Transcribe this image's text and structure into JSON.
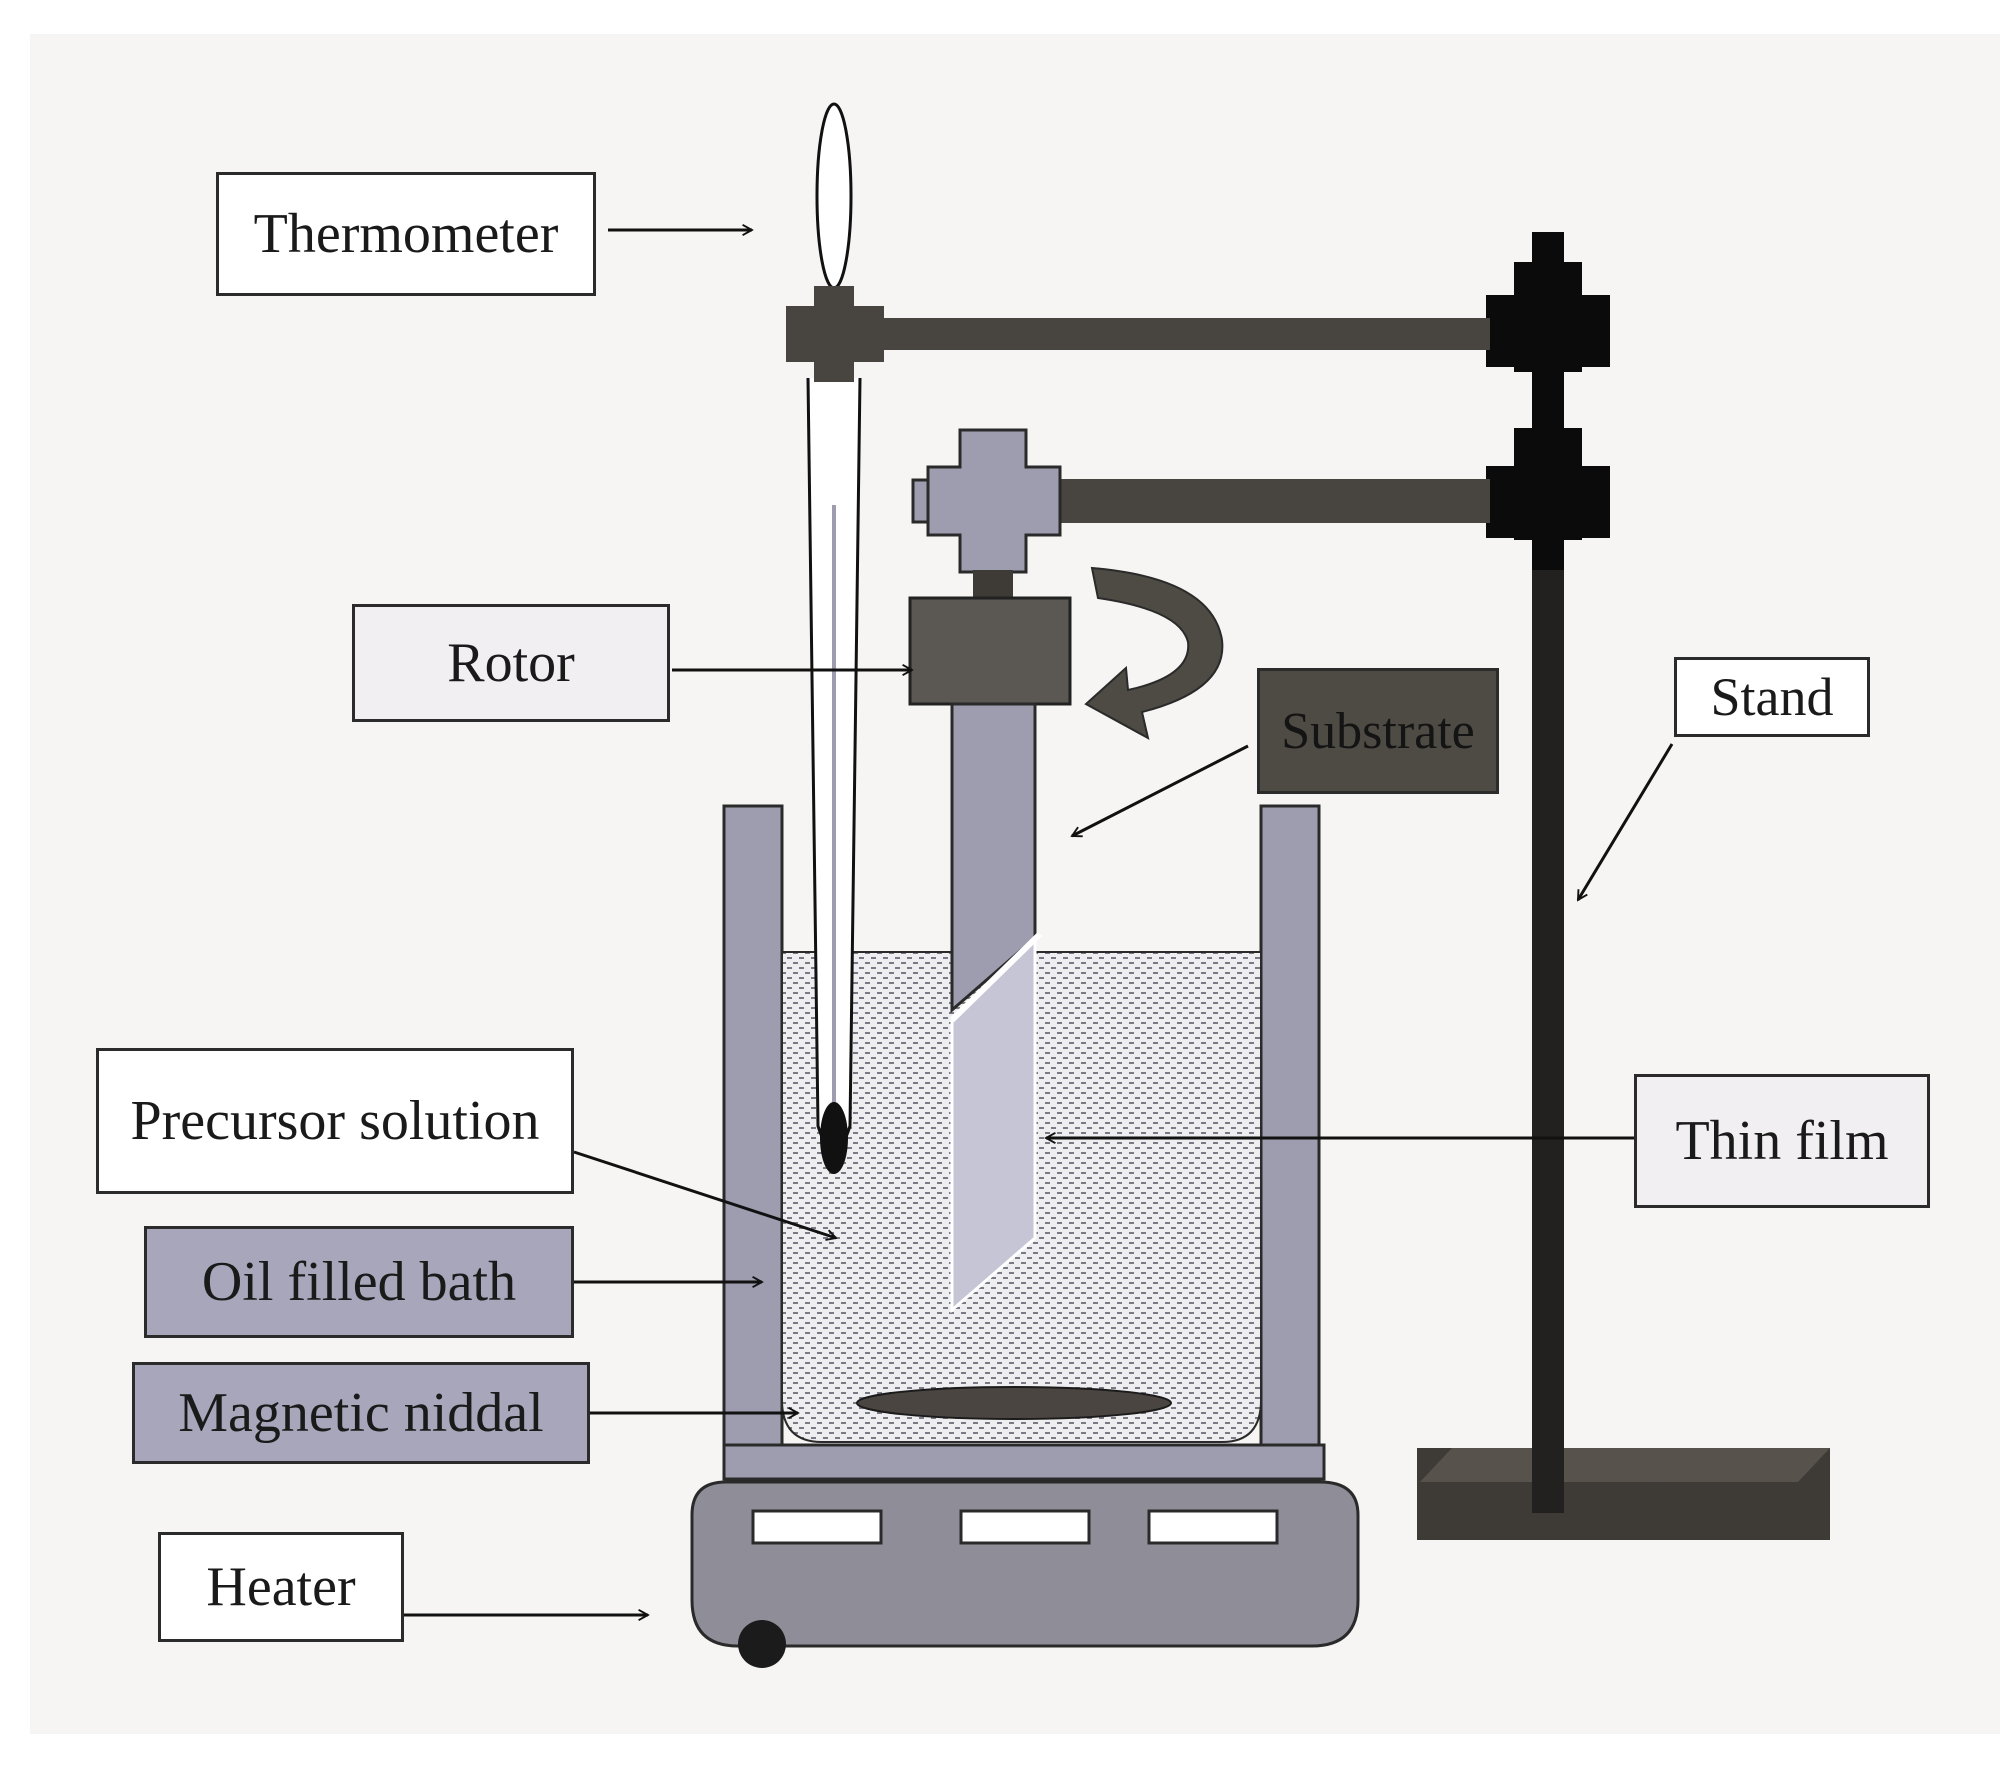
{
  "labels": {
    "thermometer": "Thermometer",
    "rotor": "Rotor",
    "substrate": "Substrate",
    "stand": "Stand",
    "thin_film": "Thin film",
    "precursor_solution": "Precursor solution",
    "oil_filled_bath": "Oil filled bath",
    "magnetic_niddal": "Magnetic niddal",
    "heater": "Heater"
  },
  "colors": {
    "background": "#f6f5f3",
    "clamp_dark": "#484440",
    "clamp_black": "#0b0b0b",
    "steel_grey": "#9e9db0",
    "liquid_dots": "#7a7a86",
    "heater_body": "#8f8e98",
    "base_plate": "#3e3a35"
  }
}
